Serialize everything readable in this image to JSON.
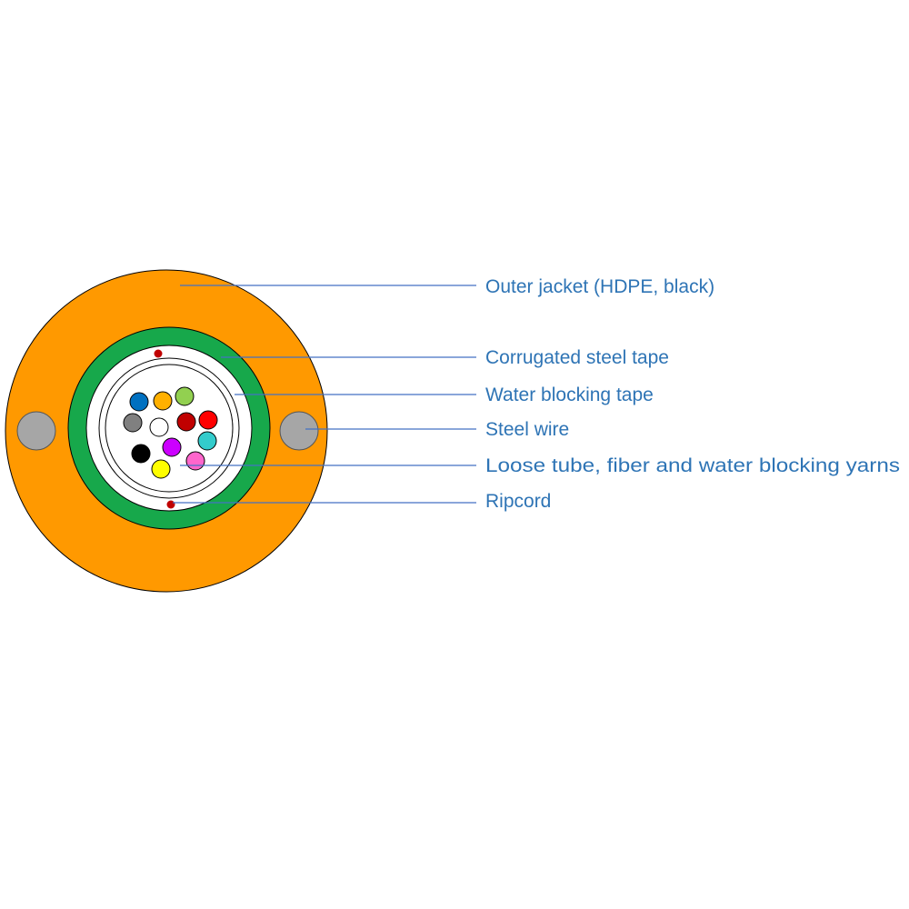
{
  "colors": {
    "jacket": "#FF9900",
    "armor": "#17A84B",
    "core_fill": "#FFFFFF",
    "steel_wire": "#A6A6A6",
    "ripcord": "#C00000",
    "label_text": "#2E74B5",
    "leader_line": "#4472C4",
    "outline": "#000000"
  },
  "labels": {
    "outer_jacket": "Outer jacket (HDPE, black)",
    "corrugated_steel_tape": "Corrugated steel tape",
    "water_blocking_tape": "Water blocking tape",
    "steel_wire": "Steel wire",
    "loose_tube": "Loose tube, fiber and water blocking yarns",
    "ripcord": "Ripcord"
  },
  "fibers": [
    {
      "name": "blue",
      "color": "#0070C0"
    },
    {
      "name": "orange",
      "color": "#FFB000"
    },
    {
      "name": "green",
      "color": "#92D050"
    },
    {
      "name": "grey",
      "color": "#808080"
    },
    {
      "name": "white",
      "color": "#FFFFFF"
    },
    {
      "name": "brown",
      "color": "#C00000"
    },
    {
      "name": "red",
      "color": "#FF0000"
    },
    {
      "name": "aqua",
      "color": "#33CCCC"
    },
    {
      "name": "black",
      "color": "#000000"
    },
    {
      "name": "violet",
      "color": "#CC00FF"
    },
    {
      "name": "rose",
      "color": "#FF66CC"
    },
    {
      "name": "yellow",
      "color": "#FFFF00"
    }
  ]
}
